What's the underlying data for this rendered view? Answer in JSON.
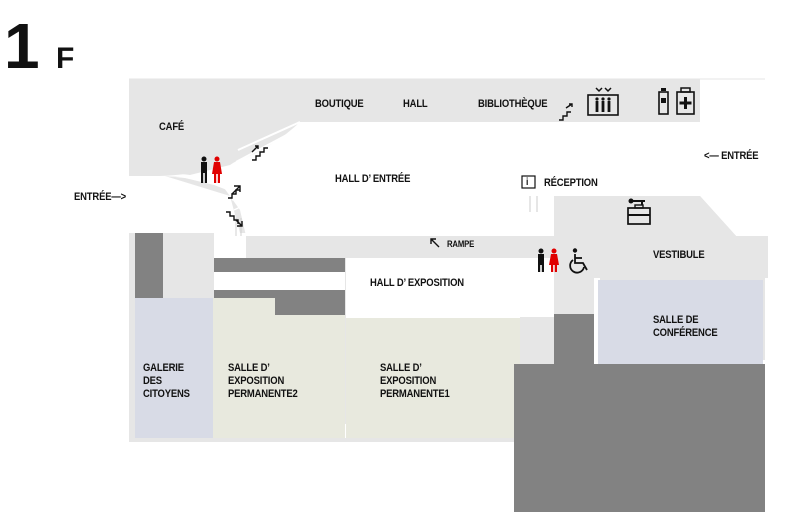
{
  "floor": {
    "number": "1",
    "letter": "F"
  },
  "labels": {
    "boutique": "BOUTIQUE",
    "hall": "HALL",
    "bibliotheque": "BIBLIOTHÈQUE",
    "cafe": "CAFÉ",
    "hall_entree": "HALL D’ ENTRÉE",
    "entree_left": "ENTRÉE—>",
    "entree_right": "<— ENTRÉE",
    "reception": "RÉCEPTION",
    "reception_icon": "i",
    "rampe": "RAMPE",
    "hall_exposition": "HALL D’ EXPOSITION",
    "vestibule": "VESTIBULE",
    "salle_conference": [
      "SALLE DE",
      "CONFÉRENCE"
    ],
    "galerie": [
      "GALERIE",
      "DES",
      "CITOYENS"
    ],
    "salle_expo2": [
      "SALLE D’",
      "EXPOSITION",
      "PERMANENTE2"
    ],
    "salle_expo1": [
      "SALLE D’",
      "EXPOSITION",
      "PERMANENTE1"
    ]
  },
  "icons": {
    "toilets_cafe": "restroom-icon",
    "stairs_cafe": "stairs-icon",
    "arrow_up": "stairs-up-arrow-icon",
    "arrow_down": "stairs-down-arrow-icon",
    "stairs_library": "stairs-icon",
    "elevator": "elevator-icon",
    "locker": "locker-icon",
    "first_aid": "first-aid-icon",
    "toilets_reception": "restroom-icon",
    "accessible": "wheelchair-icon",
    "key_locker": "key-locker-icon",
    "ramp_arrow": "ramp-arrow-icon"
  },
  "colors": {
    "hall_gray": "#e6e6e6",
    "wall_dark": "#828282",
    "wall_mid": "#969696",
    "citoyens": "#d8dbe6",
    "expo": "#e8e9de",
    "conference": "#d8dbe6",
    "restroom_red": "#e00000"
  }
}
